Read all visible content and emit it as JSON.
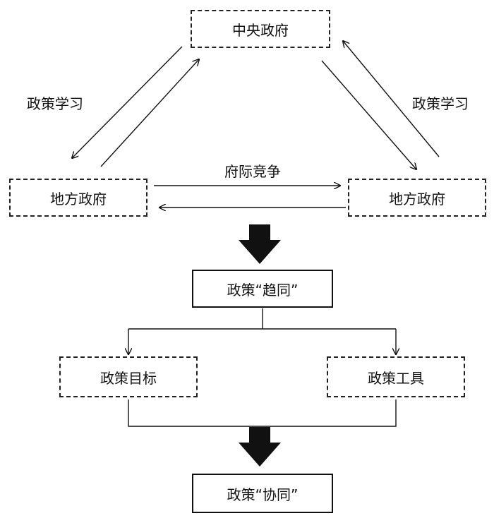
{
  "nodes": {
    "central_gov": "中央政府",
    "local_gov_left": "地方政府",
    "local_gov_right": "地方政府",
    "policy_convergence": "政策“趋同”",
    "policy_goals": "政策目标",
    "policy_tools": "政策工具",
    "policy_coordination": "政策“协同”"
  },
  "edges": {
    "policy_learning_left": "政策学习",
    "policy_learning_right": "政策学习",
    "gov_competition": "府际竞争"
  }
}
